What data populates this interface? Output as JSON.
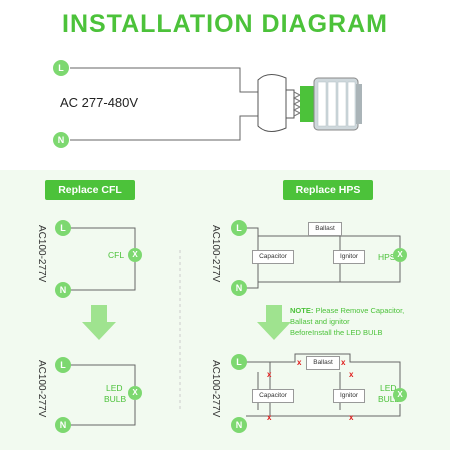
{
  "title": "INSTALLATION DIAGRAM",
  "top": {
    "voltage": "AC 277-480V",
    "line": "L",
    "neutral": "N"
  },
  "cfl": {
    "tag": "Replace CFL",
    "voltage": "AC100-277V",
    "line": "L",
    "neutral": "N",
    "lamp_label": "CFL",
    "led_label_1": "LED",
    "led_label_2": "BULB",
    "lamp_mark": "X"
  },
  "hps": {
    "tag": "Replace HPS",
    "voltage": "AC100-277V",
    "line": "L",
    "neutral": "N",
    "ballast": "Ballast",
    "capacitor": "Capacitor",
    "ignitor": "Ignitor",
    "lamp_label": "HPS",
    "led_label_1": "LED",
    "led_label_2": "BULB",
    "lamp_mark": "X",
    "cut_mark": "x",
    "note_head": "NOTE:",
    "note_text_1": "Please Remove Capacitor,",
    "note_text_2": "Ballast and ignitor",
    "note_text_3": "BeforeInstall the LED BULB"
  },
  "colors": {
    "accent": "#4cc23a",
    "terminal": "#7dd870",
    "cut": "#e02020"
  }
}
